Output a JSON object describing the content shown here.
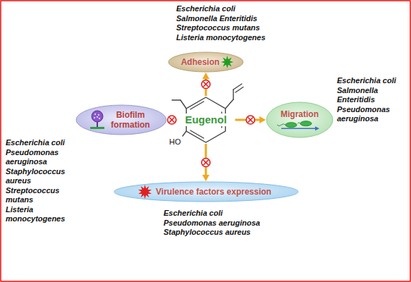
{
  "diagram": {
    "nodes": [
      {
        "text": [
          "Adhesion"
        ]
      },
      {
        "text": [
          "Biofilm formation"
        ]
      },
      {
        "text": [
          "Eugenol"
        ]
      },
      {
        "text": [
          "Migration"
        ]
      },
      {
        "text": [
          "Virulence factors expression"
        ]
      }
    ],
    "edges": [
      {
        "from": 2,
        "to": 0,
        "arrow": "to"
      },
      {
        "from": 2,
        "to": 1,
        "arrow": "to"
      },
      {
        "from": 2,
        "to": 3,
        "arrow": "to"
      },
      {
        "from": 2,
        "to": 4,
        "arrow": "to"
      }
    ],
    "labels": [
      "Escherichia coli",
      "Salmonella Enteritidis",
      "Streptococcus mutans",
      "Listeria monocytogenes",
      "Escherichia coli",
      "Pseudomonas aeruginosa",
      "Staphylococcus aureus",
      "Streptococcus mutans",
      "Listeria monocytogenes",
      "Escherichia coli",
      "Salmonella Enteritidis",
      "Pseudomonas aeruginosa",
      "Escherichia coli",
      "Pseudomonas aeruginosa",
      "Staphylococcus aureus",
      "HO"
    ]
  }
}
